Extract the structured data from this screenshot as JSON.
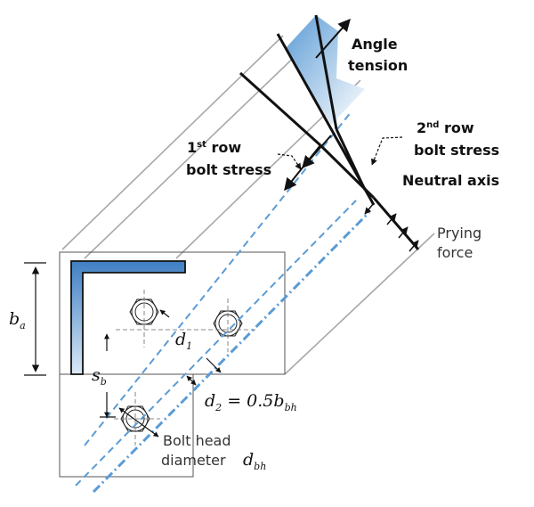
{
  "labels": {
    "angle_tension_1": "Angle",
    "angle_tension_2": "tension",
    "row1_ord": "1",
    "row1_sup": "st",
    "row1_word": " row",
    "row1_line2": "bolt stress",
    "row2_ord": "2",
    "row2_sup": "nd",
    "row2_word": " row",
    "row2_line2": "bolt stress",
    "neutral_axis": "Neutral axis",
    "prying_1": "Prying",
    "prying_2": "force",
    "bolt_head_1": "Bolt head",
    "bolt_head_2": "diameter"
  },
  "symbols": {
    "ba_main": "b",
    "ba_sub": "a",
    "sb_main": "s",
    "sb_sub": "b",
    "d1_main": "d",
    "d1_sub": "1",
    "d2_main": "d",
    "d2_sub": "2",
    "d2_eq": " = 0.5",
    "d2_b": "b",
    "d2_bsub": "bh",
    "dbh_main": "d",
    "dbh_sub": "bh"
  },
  "colors": {
    "angle_fill": "#3f7fc4",
    "angle_fill_light": "#dbe9f7",
    "dashed_line": "#5b9bd5",
    "stroke": "#111111",
    "plate": "#555555",
    "projection": "#a8a8a8"
  }
}
